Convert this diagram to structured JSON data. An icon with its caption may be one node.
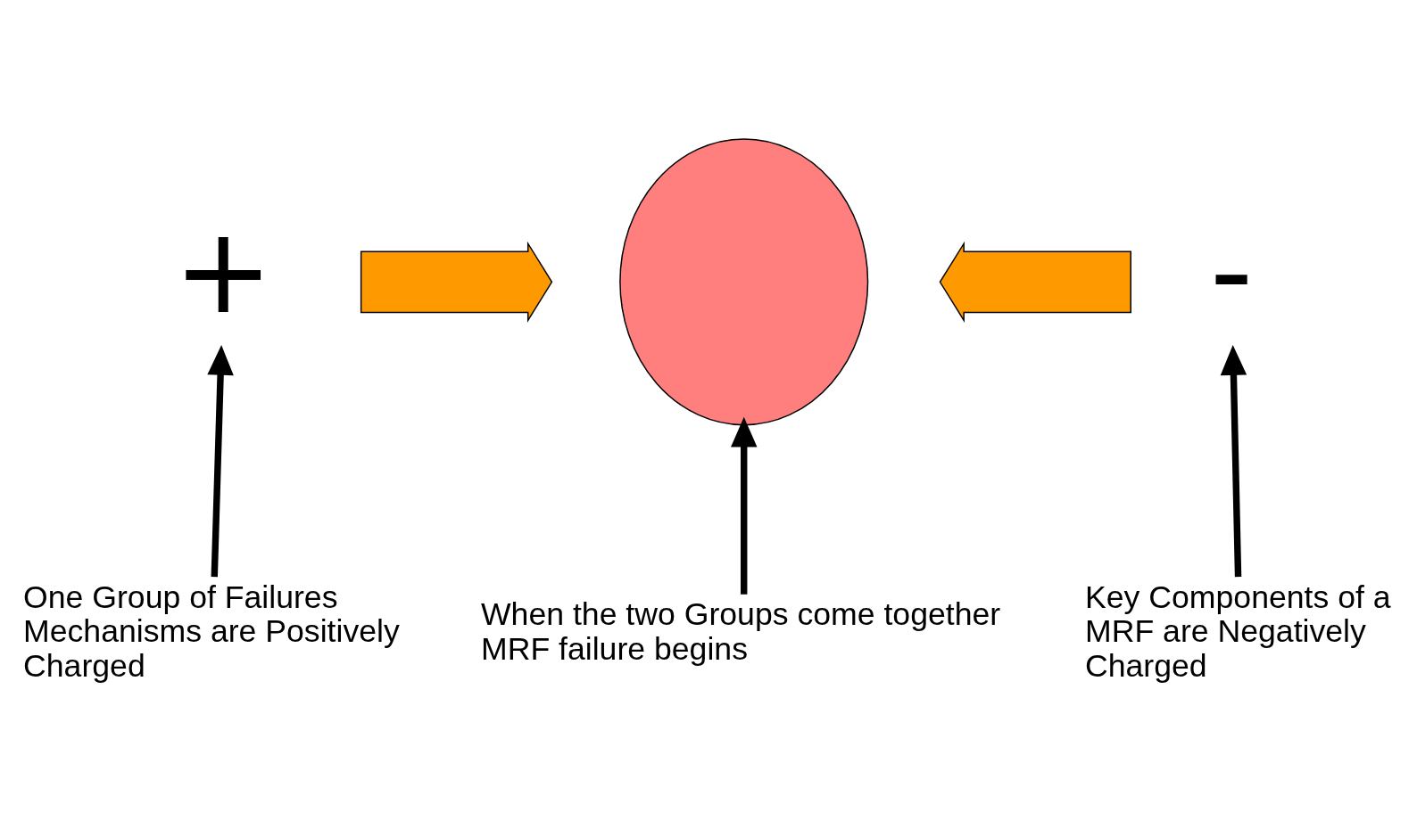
{
  "diagram": {
    "nodes": [
      {
        "text": [
          "+"
        ]
      },
      {
        "text": [],
        "shape": "arrow"
      },
      {
        "text": [],
        "shape": "circle"
      },
      {
        "text": [],
        "shape": "arrow"
      },
      {
        "text": [
          "-"
        ]
      },
      {
        "text": [
          "One Group of Failures Mechanisms are Positively Charged"
        ]
      },
      {
        "text": [
          "When the two Groups come together MRF failure begins"
        ]
      },
      {
        "text": [
          "Key Components of a MRF are Negatively Charged"
        ]
      }
    ],
    "edges": [
      {
        "from": 5,
        "to": 0,
        "arrow": "to"
      },
      {
        "from": 6,
        "to": 2,
        "arrow": "to"
      },
      {
        "from": 7,
        "to": 4,
        "arrow": "to"
      }
    ]
  }
}
